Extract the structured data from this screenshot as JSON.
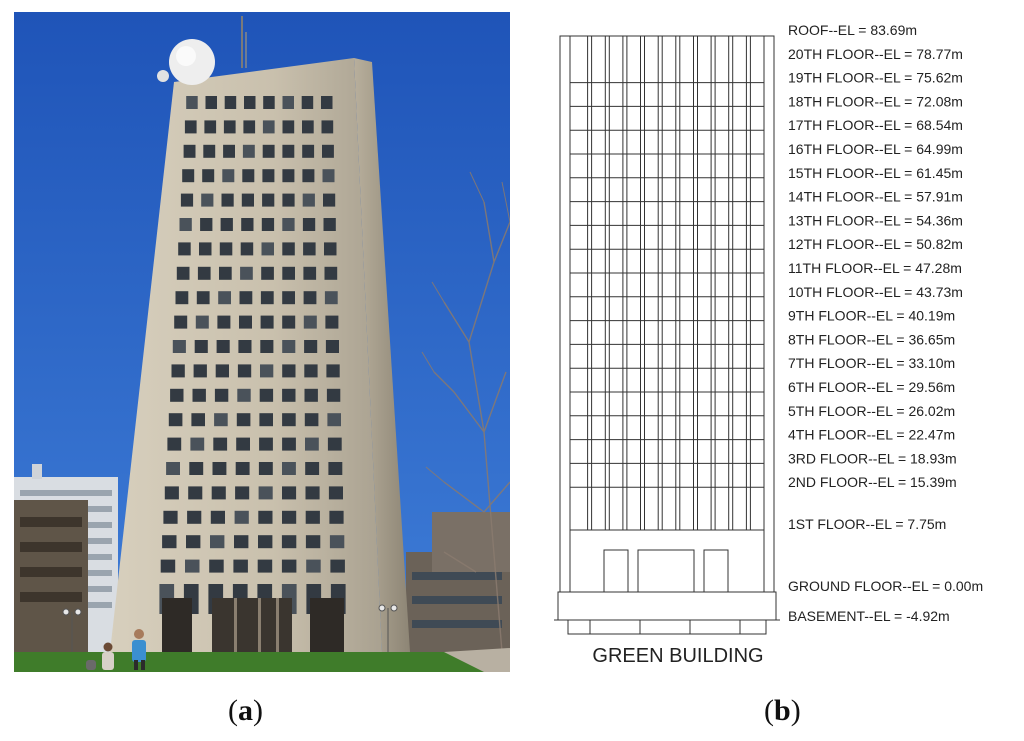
{
  "panel_a": {
    "caption_open": "(",
    "caption_letter": "a",
    "caption_close": ")"
  },
  "panel_b": {
    "caption_open": "(",
    "caption_letter": "b",
    "caption_close": ")",
    "drawing_title": "GREEN BUILDING",
    "levels": [
      {
        "label": "ROOF--EL = 83.69m",
        "elevation_m": 83.69
      },
      {
        "label": "20TH FLOOR--EL = 78.77m",
        "elevation_m": 78.77
      },
      {
        "label": "19TH FLOOR--EL = 75.62m",
        "elevation_m": 75.62
      },
      {
        "label": "18TH FLOOR--EL = 72.08m",
        "elevation_m": 72.08
      },
      {
        "label": "17TH FLOOR--EL = 68.54m",
        "elevation_m": 68.54
      },
      {
        "label": "16TH FLOOR--EL = 64.99m",
        "elevation_m": 64.99
      },
      {
        "label": "15TH FLOOR--EL = 61.45m",
        "elevation_m": 61.45
      },
      {
        "label": "14TH FLOOR--EL = 57.91m",
        "elevation_m": 57.91
      },
      {
        "label": "13TH FLOOR--EL = 54.36m",
        "elevation_m": 54.36
      },
      {
        "label": "12TH FLOOR--EL = 50.82m",
        "elevation_m": 50.82
      },
      {
        "label": "11TH FLOOR--EL = 47.28m",
        "elevation_m": 47.28
      },
      {
        "label": "10TH FLOOR--EL = 43.73m",
        "elevation_m": 43.73
      },
      {
        "label": "9TH FLOOR--EL = 40.19m",
        "elevation_m": 40.19
      },
      {
        "label": "8TH FLOOR--EL = 36.65m",
        "elevation_m": 36.65
      },
      {
        "label": "7TH FLOOR--EL = 33.10m",
        "elevation_m": 33.1
      },
      {
        "label": "6TH FLOOR--EL = 29.56m",
        "elevation_m": 29.56
      },
      {
        "label": "5TH FLOOR--EL = 26.02m",
        "elevation_m": 26.02
      },
      {
        "label": "4TH FLOOR--EL = 22.47m",
        "elevation_m": 22.47
      },
      {
        "label": "3RD FLOOR--EL = 18.93m",
        "elevation_m": 18.93
      },
      {
        "label": "2ND FLOOR--EL = 15.39m",
        "elevation_m": 15.39
      },
      {
        "label": "1ST FLOOR--EL = 7.75m",
        "elevation_m": 7.75
      },
      {
        "label": "GROUND FLOOR--EL = 0.00m",
        "elevation_m": 0.0
      },
      {
        "label": "BASEMENT--EL = -4.92m",
        "elevation_m": -4.92
      }
    ]
  }
}
